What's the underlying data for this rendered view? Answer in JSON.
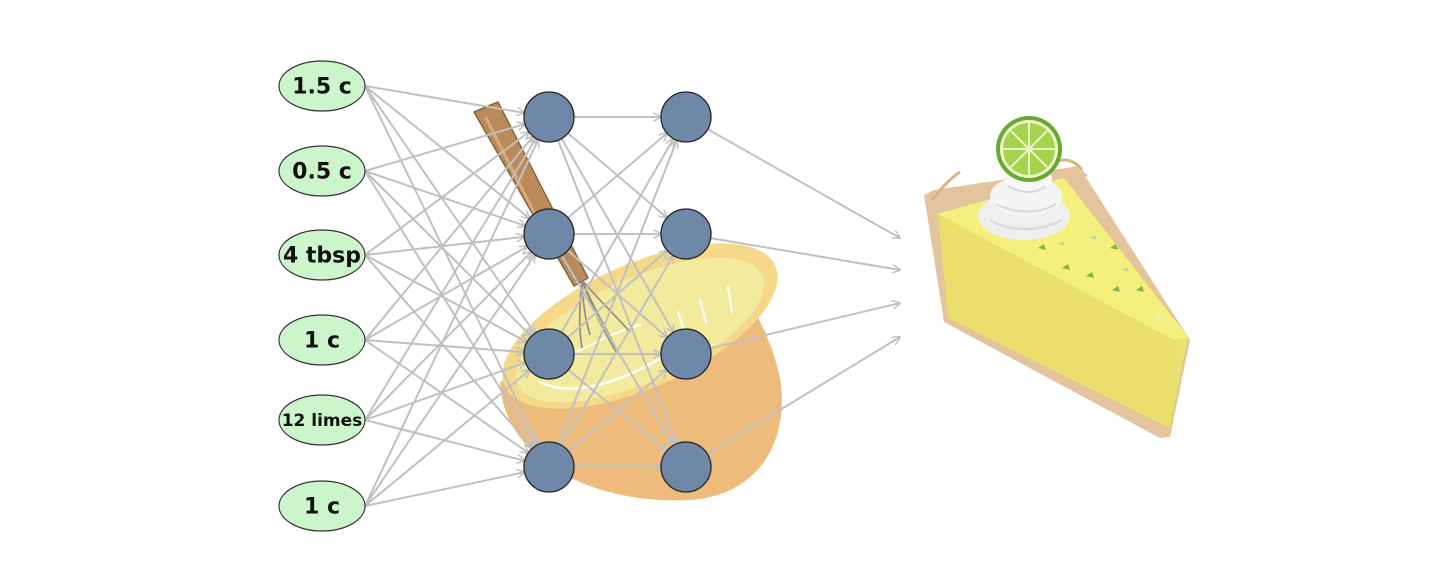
{
  "inputs": [
    {
      "label": "1.5 c"
    },
    {
      "label": "0.5 c"
    },
    {
      "label": "4 tbsp"
    },
    {
      "label": "1 c"
    },
    {
      "label": "12 limes"
    },
    {
      "label": "1 c"
    }
  ],
  "hidden_layer_1_count": 4,
  "hidden_layer_2_count": 4,
  "output_arrow_count": 4,
  "colors": {
    "input_fill": "#ccf5cc",
    "node_fill": "#6f88a8",
    "edge": "#c0c0c0",
    "bowl": "#edbc7c",
    "bowl_inner": "#f2ea9c",
    "whisk_handle": "#b8895a",
    "pie_filling": "#ede179",
    "crust": "#e4c49c",
    "cream": "#f1f1f1",
    "lime": "#8dc63f"
  },
  "icons": [
    "mixing-bowl-icon",
    "whisk-icon",
    "key-lime-pie-icon",
    "lime-slice-icon",
    "whipped-cream-icon"
  ]
}
